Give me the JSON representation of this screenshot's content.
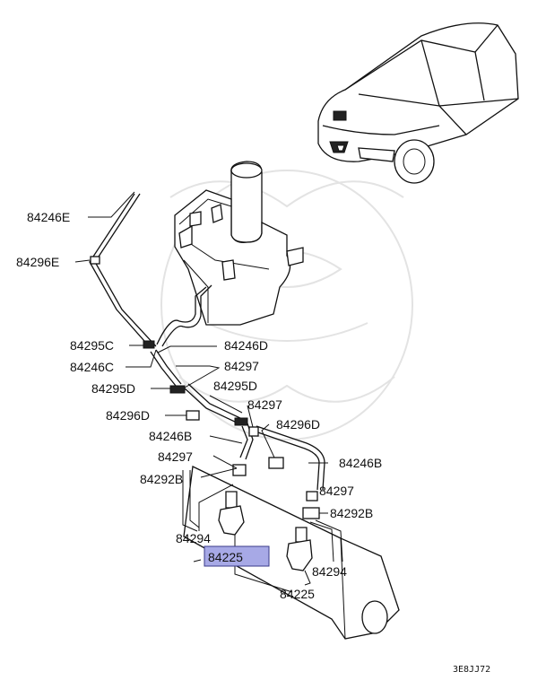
{
  "diagram_code": "3E8JJ72",
  "highlight_color": "#a7a9e6",
  "labels": {
    "l84246E": "84246E",
    "l84296E": "84296E",
    "l84295C": "84295C",
    "l84246D": "84246D",
    "l84246C": "84246C",
    "l84297a": "84297",
    "l84295D_a": "84295D",
    "l84295D_b": "84295D",
    "l84297b": "84297",
    "l84296D_a": "84296D",
    "l84296D_b": "84296D",
    "l84246B_a": "84246B",
    "l84297c": "84297",
    "l84246B_b": "84246B",
    "l84292B_a": "84292B",
    "l84297d": "84297",
    "l84292B_b": "84292B",
    "l84294_a": "84294",
    "l84225_hl": "84225",
    "l84294_b": "84294",
    "l84225_b": "84225"
  }
}
